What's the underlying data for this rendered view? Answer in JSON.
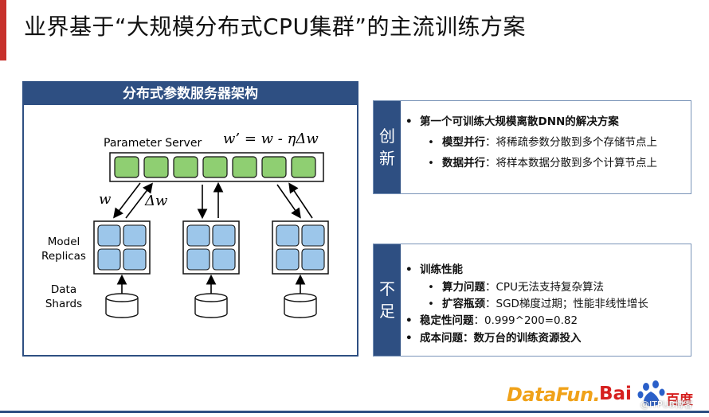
{
  "title": "业界基于“大规模分布式CPU集群”的主流训练方案",
  "panel": {
    "header": "分布式参数服务器架构",
    "ps_label": "Parameter Server",
    "formula": "w’ = w - ηΔw",
    "w_label": "w",
    "dw_label": "Δw",
    "replicas_label_1": "Model",
    "replicas_label_2": "Replicas",
    "shards_label_1": "Data",
    "shards_label_2": "Shards"
  },
  "innovation": {
    "label_1": "创",
    "label_2": "新",
    "main": "第一个可训练大规模离散DNN的解决方案",
    "sub1_key": "模型并行",
    "sub1_val": "：将稀疏参数分散到多个存储节点上",
    "sub2_key": "数据并行",
    "sub2_val": "：将样本数据分散到多个计算节点上"
  },
  "shortcoming": {
    "label_1": "不",
    "label_2": "足",
    "main1": "训练性能",
    "sub1_key": "算力问题",
    "sub1_val": "：CPU无法支持复杂算法",
    "sub2_key": "扩容瓶颈",
    "sub2_val": "：SGD梯度过期；性能非线性增长",
    "main2_key": "稳定性问题",
    "main2_val": "：0.999^200=0.82",
    "main3": "成本问题：数万台的训练资源投入"
  },
  "logos": {
    "datafun": "DataFun.",
    "baidu": "Bai",
    "baidu_cn": "百度",
    "watermark": "@ITPUB博客"
  },
  "colors": {
    "navy": "#2e4f82",
    "green": "#8fcf72",
    "blue_cell": "#9cc6ea",
    "red_accent": "#c7312c"
  }
}
